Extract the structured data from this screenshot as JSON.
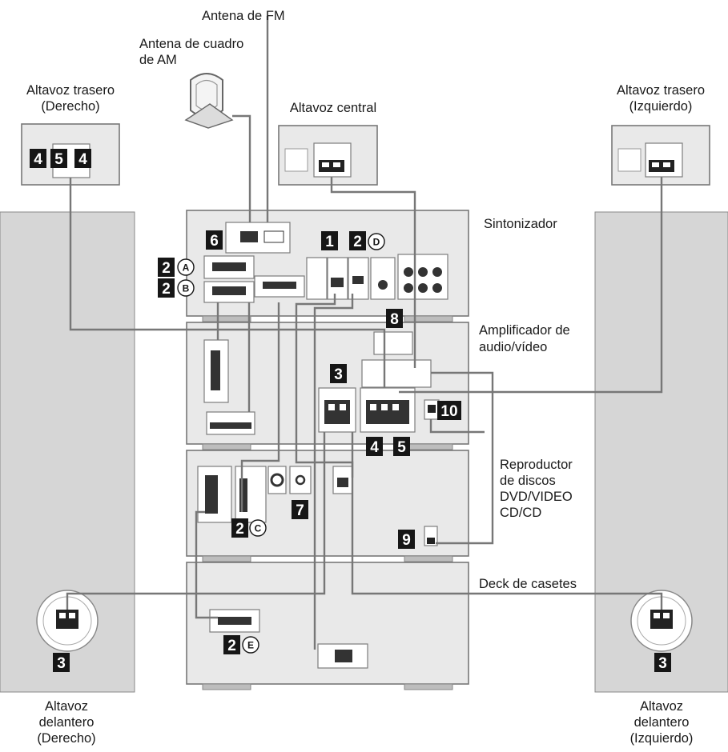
{
  "labels": {
    "fm_antenna": "Antena de FM",
    "am_antenna_line1": "Antena de cuadro",
    "am_antenna_line2": "de AM",
    "rear_right_line1": "Altavoz trasero",
    "rear_right_line2": "(Derecho)",
    "center": "Altavoz central",
    "rear_left_line1": "Altavoz trasero",
    "rear_left_line2": "(Izquierdo)",
    "tuner": "Sintonizador",
    "amplifier_line1": "Amplificador de",
    "amplifier_line2": "audio/vídeo",
    "dvd_line1": "Reproductor",
    "dvd_line2": "de discos",
    "dvd_line3": "DVD/VIDEO",
    "dvd_line4": "CD/CD",
    "cassette": "Deck de casetes",
    "front_right_line1": "Altavoz",
    "front_right_line2": "delantero",
    "front_right_line3": "(Derecho)",
    "front_left_line1": "Altavoz",
    "front_left_line2": "delantero",
    "front_left_line3": "(Izquierdo)"
  },
  "markers": {
    "n1": "1",
    "n2": "2",
    "n3": "3",
    "n4": "4",
    "n5": "5",
    "n6": "6",
    "n7": "7",
    "n8": "8",
    "n9": "9",
    "n10": "10",
    "cA": "A",
    "cB": "B",
    "cC": "C",
    "cD": "D",
    "cE": "E"
  }
}
